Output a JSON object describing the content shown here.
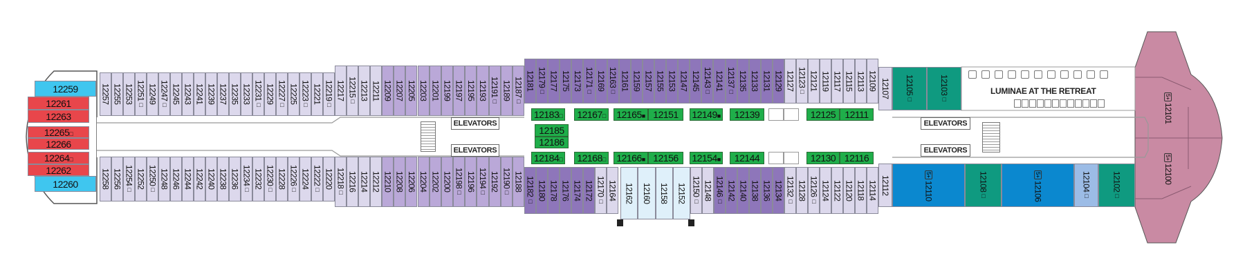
{
  "deck_plan": {
    "venue": "LUMINAE AT THE RETREAT",
    "elevators_label": "ELEVATORS",
    "colors": {
      "lav1": "#dcd8ec",
      "lav2": "#baa8d8",
      "purple": "#8e76ba",
      "green": "#1fae4a",
      "teal": "#0f9a80",
      "blue": "#0b88cf",
      "lblue": "#9cbce6",
      "pale": "#dff0fa",
      "cyan": "#3fc6ef",
      "red": "#e8464b",
      "pink": "#c98aa3"
    },
    "groups": {
      "aft_end": [
        {
          "num": "12259",
          "cat": "cyan"
        },
        {
          "num": "12261",
          "cat": "red"
        },
        {
          "num": "12263",
          "cat": "red"
        },
        {
          "num": "12265",
          "cat": "red",
          "mark": "□"
        },
        {
          "num": "12266",
          "cat": "red"
        },
        {
          "num": "12264",
          "cat": "red",
          "mark": "□"
        },
        {
          "num": "12262",
          "cat": "red"
        },
        {
          "num": "12260",
          "cat": "cyan"
        }
      ],
      "top_aft": [
        {
          "num": "12257"
        },
        {
          "num": "12255"
        },
        {
          "num": "12253"
        },
        {
          "num": "12251",
          "mark": "□"
        },
        {
          "num": "12249"
        },
        {
          "num": "12247",
          "mark": "□"
        },
        {
          "num": "12245"
        },
        {
          "num": "12243"
        },
        {
          "num": "12241"
        },
        {
          "num": "12239"
        },
        {
          "num": "12237"
        },
        {
          "num": "12235"
        },
        {
          "num": "12233"
        },
        {
          "num": "12231",
          "mark": "□"
        },
        {
          "num": "12229"
        },
        {
          "num": "12227",
          "mark": "□"
        },
        {
          "num": "12225"
        },
        {
          "num": "12223",
          "mark": "□"
        },
        {
          "num": "12221"
        },
        {
          "num": "12219",
          "mark": "□"
        }
      ],
      "top_step": [
        {
          "num": "12217"
        },
        {
          "num": "12215",
          "mark": "□"
        },
        {
          "num": "12213"
        },
        {
          "num": "12211"
        }
      ],
      "top_mid": [
        {
          "num": "12209"
        },
        {
          "num": "12207"
        },
        {
          "num": "12205"
        },
        {
          "num": "12203"
        },
        {
          "num": "12201"
        },
        {
          "num": "12199"
        },
        {
          "num": "12197"
        },
        {
          "num": "12195"
        },
        {
          "num": "12193"
        },
        {
          "num": "12191",
          "mark": "□"
        },
        {
          "num": "12189"
        },
        {
          "num": "12187",
          "mark": "□"
        }
      ],
      "top_purple": [
        {
          "num": "12181"
        },
        {
          "num": "12179",
          "mark": "□"
        },
        {
          "num": "12177"
        },
        {
          "num": "12175"
        },
        {
          "num": "12173"
        },
        {
          "num": "12171",
          "mark": "□"
        },
        {
          "num": "12169"
        },
        {
          "num": "12163",
          "mark": "□"
        },
        {
          "num": "12161"
        },
        {
          "num": "12159"
        },
        {
          "num": "12157"
        },
        {
          "num": "12155"
        },
        {
          "num": "12153"
        },
        {
          "num": "12147"
        },
        {
          "num": "12145"
        },
        {
          "num": "12143",
          "mark": "□"
        },
        {
          "num": "12141"
        },
        {
          "num": "12137",
          "mark": "□"
        },
        {
          "num": "12135"
        },
        {
          "num": "12133"
        },
        {
          "num": "12131"
        },
        {
          "num": "12129"
        }
      ],
      "top_fwd": [
        {
          "num": "12127"
        },
        {
          "num": "12123",
          "mark": "□"
        },
        {
          "num": "12121"
        },
        {
          "num": "12119"
        },
        {
          "num": "12117"
        },
        {
          "num": "12115"
        },
        {
          "num": "12113"
        },
        {
          "num": "12109"
        }
      ],
      "top_bow": [
        {
          "num": "12107",
          "cat": "lav1"
        },
        {
          "num": "12105",
          "cat": "teal",
          "mark": "□"
        },
        {
          "num": "12103",
          "cat": "teal",
          "mark": "□"
        }
      ],
      "bot_aft": [
        {
          "num": "12258"
        },
        {
          "num": "12256"
        },
        {
          "num": "12254",
          "mark": "□"
        },
        {
          "num": "12252"
        },
        {
          "num": "12250",
          "mark": "□"
        },
        {
          "num": "12248"
        },
        {
          "num": "12246"
        },
        {
          "num": "12244"
        },
        {
          "num": "12242"
        },
        {
          "num": "12240"
        },
        {
          "num": "12238"
        },
        {
          "num": "12236"
        },
        {
          "num": "12234",
          "mark": "□"
        },
        {
          "num": "12232"
        },
        {
          "num": "12230",
          "mark": "□"
        },
        {
          "num": "12228"
        },
        {
          "num": "12226",
          "mark": "□"
        },
        {
          "num": "12224"
        },
        {
          "num": "12222",
          "mark": "□"
        },
        {
          "num": "12220"
        }
      ],
      "bot_step": [
        {
          "num": "12218",
          "mark": "□"
        },
        {
          "num": "12216"
        },
        {
          "num": "12214"
        },
        {
          "num": "12212"
        }
      ],
      "bot_mid": [
        {
          "num": "12210"
        },
        {
          "num": "12208"
        },
        {
          "num": "12206"
        },
        {
          "num": "12204"
        },
        {
          "num": "12202"
        },
        {
          "num": "12200"
        },
        {
          "num": "12198",
          "mark": "□"
        },
        {
          "num": "12196"
        },
        {
          "num": "12194",
          "mark": "□"
        },
        {
          "num": "12192"
        },
        {
          "num": "12190",
          "mark": "□"
        },
        {
          "num": "12188"
        }
      ],
      "bot_center": [
        {
          "num": "12182",
          "cat": "purple",
          "mark": "□"
        },
        {
          "num": "12180",
          "cat": "purple"
        },
        {
          "num": "12178",
          "cat": "purple"
        },
        {
          "num": "12176",
          "cat": "purple"
        },
        {
          "num": "12174",
          "cat": "purple"
        },
        {
          "num": "12172",
          "cat": "purple"
        },
        {
          "num": "12170",
          "cat": "lav1",
          "mark": "□"
        },
        {
          "num": "12164",
          "cat": "lav1"
        }
      ],
      "bot_pale": [
        {
          "num": "12162"
        },
        {
          "num": "12160"
        },
        {
          "num": "12158"
        },
        {
          "num": "12152"
        }
      ],
      "bot_center2": [
        {
          "num": "12150",
          "cat": "lav1",
          "mark": "□"
        },
        {
          "num": "12148",
          "cat": "lav1"
        },
        {
          "num": "12146",
          "cat": "purple",
          "mark": "□"
        },
        {
          "num": "12142",
          "cat": "purple"
        },
        {
          "num": "12140",
          "cat": "purple"
        },
        {
          "num": "12138",
          "cat": "purple"
        },
        {
          "num": "12136",
          "cat": "purple"
        },
        {
          "num": "12134",
          "cat": "purple"
        },
        {
          "num": "12132",
          "cat": "lav1",
          "mark": "□"
        },
        {
          "num": "12128",
          "cat": "lav1"
        },
        {
          "num": "12126",
          "cat": "lav1",
          "mark": "□"
        },
        {
          "num": "12124",
          "cat": "lav1"
        },
        {
          "num": "12122",
          "cat": "lav1"
        },
        {
          "num": "12120",
          "cat": "lav1"
        },
        {
          "num": "12118",
          "cat": "lav1"
        },
        {
          "num": "12114",
          "cat": "lav1"
        }
      ],
      "bot_bow": [
        {
          "num": "12112",
          "cat": "lav1"
        },
        {
          "num": "12110",
          "cat": "blue",
          "badge": "5+"
        },
        {
          "num": "12108",
          "cat": "teal",
          "mark": "□"
        },
        {
          "num": "12106",
          "cat": "blue",
          "badge": "5+"
        },
        {
          "num": "12104",
          "cat": "lblue",
          "mark": "□"
        },
        {
          "num": "12102",
          "cat": "teal",
          "mark": "□"
        }
      ],
      "green_top": [
        {
          "num": "12183",
          "mark": "□"
        },
        {
          "num": "12167",
          "mark": "□"
        },
        {
          "num": "12165",
          "mark": "■"
        },
        {
          "num": "12151"
        },
        {
          "num": "12149",
          "mark": "■"
        },
        {
          "num": "12139"
        },
        {
          "num": "12125"
        },
        {
          "num": "12111"
        }
      ],
      "green_mid": [
        {
          "num": "12185"
        },
        {
          "num": "12186"
        }
      ],
      "green_bot": [
        {
          "num": "12184",
          "mark": "□"
        },
        {
          "num": "12168",
          "mark": "□"
        },
        {
          "num": "12166",
          "mark": "■"
        },
        {
          "num": "12156"
        },
        {
          "num": "12154",
          "mark": "■"
        },
        {
          "num": "12144"
        },
        {
          "num": "12130"
        },
        {
          "num": "12116"
        }
      ],
      "bow_suites": [
        {
          "num": "12101",
          "badge": "5+"
        },
        {
          "num": "12100",
          "badge": "5+"
        }
      ]
    }
  }
}
